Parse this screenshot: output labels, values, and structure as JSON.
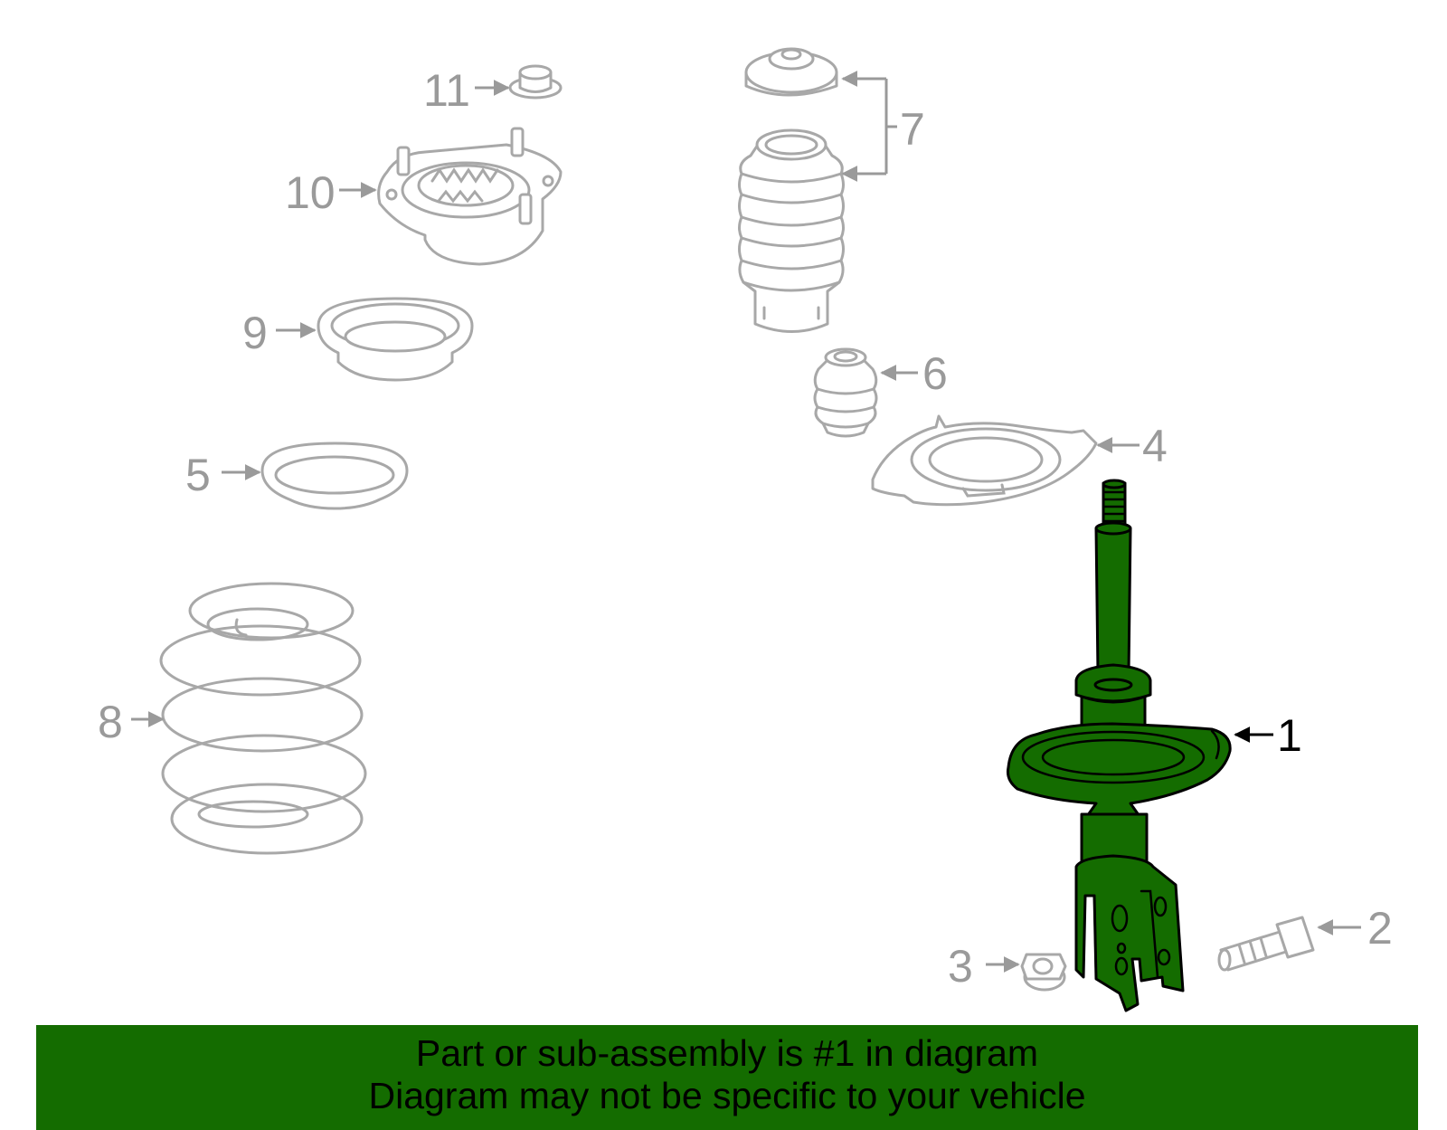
{
  "diagram": {
    "highlight_color": "#146c00",
    "callouts": [
      "1",
      "2",
      "3",
      "4",
      "5",
      "6",
      "7",
      "8",
      "9",
      "10",
      "11"
    ],
    "highlighted_callout": "1"
  },
  "banner": {
    "line1": "Part or sub-assembly is #1 in diagram",
    "line2": "Diagram may not be specific to your vehicle",
    "background": "#146c00"
  }
}
